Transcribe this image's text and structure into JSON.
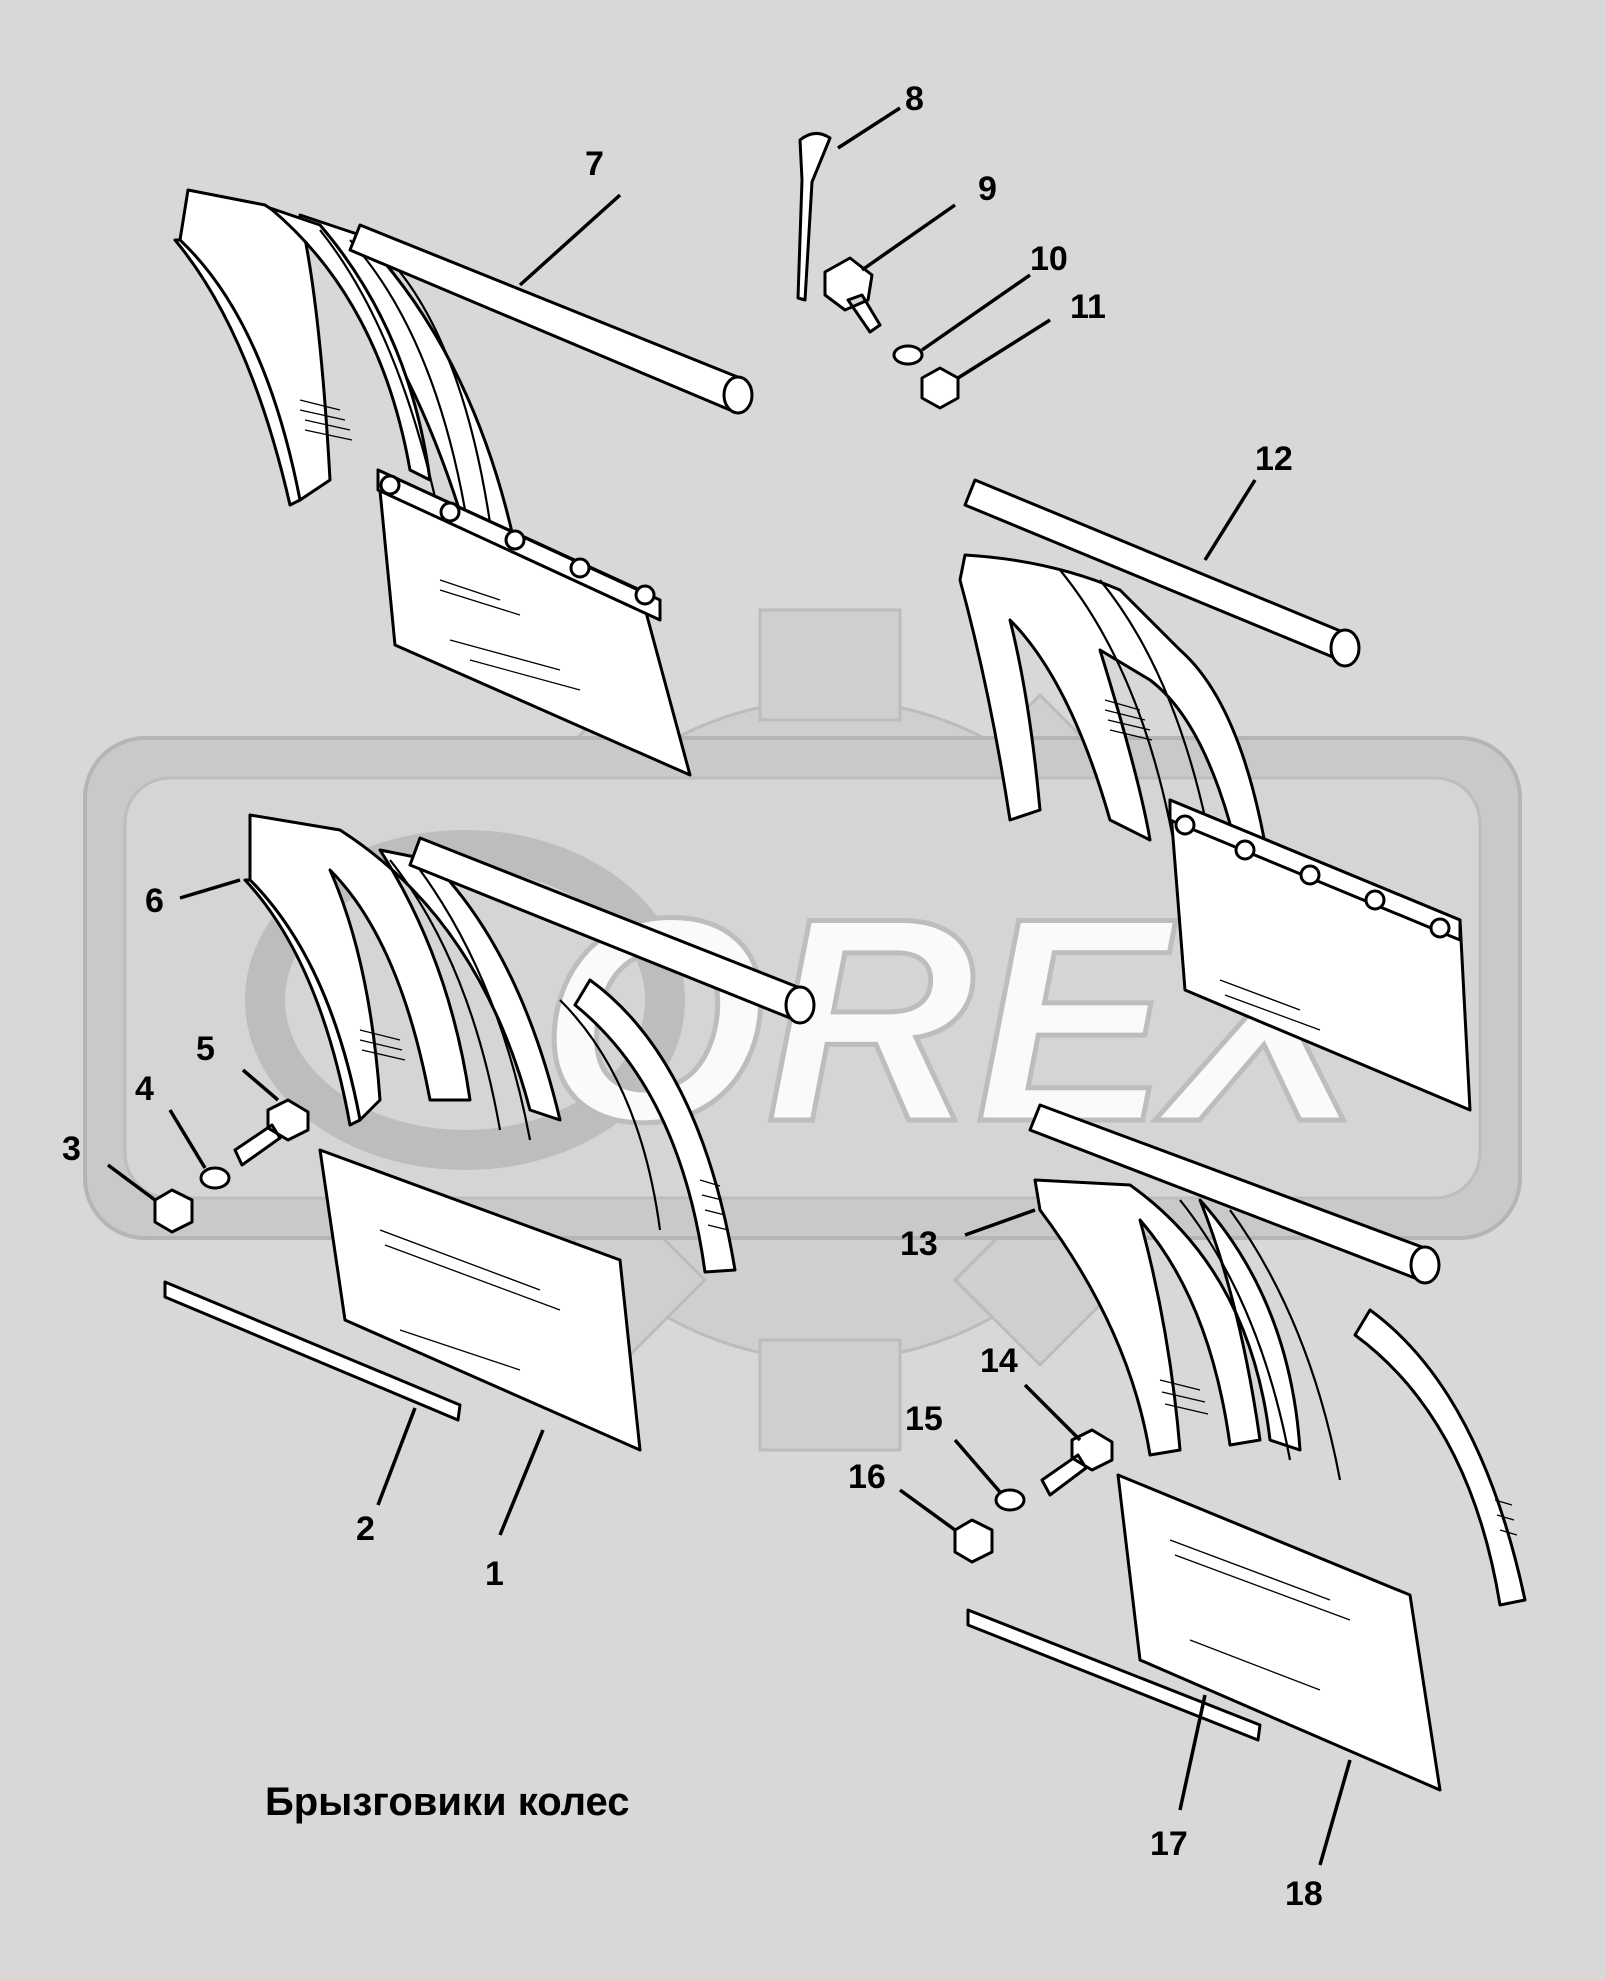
{
  "caption": "Брызговики колес",
  "watermark": "OREX",
  "labels": [
    {
      "id": "1",
      "text": "1"
    },
    {
      "id": "2",
      "text": "2"
    },
    {
      "id": "3",
      "text": "3"
    },
    {
      "id": "4",
      "text": "4"
    },
    {
      "id": "5",
      "text": "5"
    },
    {
      "id": "6",
      "text": "6"
    },
    {
      "id": "7",
      "text": "7"
    },
    {
      "id": "8",
      "text": "8"
    },
    {
      "id": "9",
      "text": "9"
    },
    {
      "id": "10",
      "text": "10"
    },
    {
      "id": "11",
      "text": "11"
    },
    {
      "id": "12",
      "text": "12"
    },
    {
      "id": "13",
      "text": "13"
    },
    {
      "id": "14",
      "text": "14"
    },
    {
      "id": "15",
      "text": "15"
    },
    {
      "id": "16",
      "text": "16"
    },
    {
      "id": "17",
      "text": "17"
    },
    {
      "id": "18",
      "text": "18"
    }
  ],
  "colors": {
    "background": "#d8d8d8",
    "watermark": "#cfcfcf",
    "line": "#000000"
  }
}
